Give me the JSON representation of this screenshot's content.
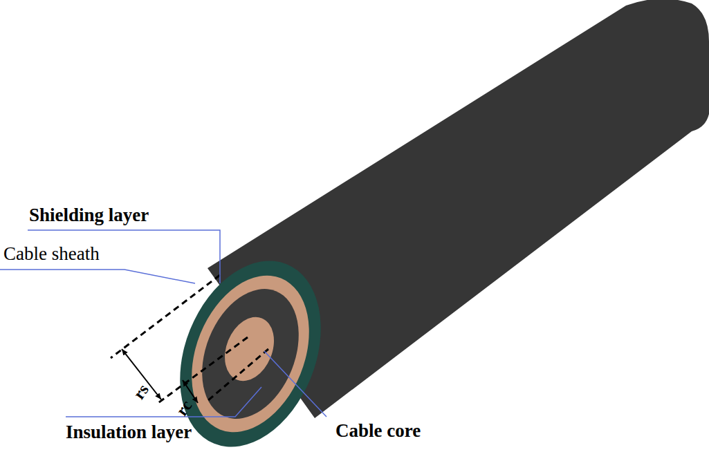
{
  "diagram": {
    "labels": [
      "Shielding layer",
      "Cable sheath",
      "rs",
      "rc",
      "Insulation layer",
      "Cable core"
    ]
  }
}
